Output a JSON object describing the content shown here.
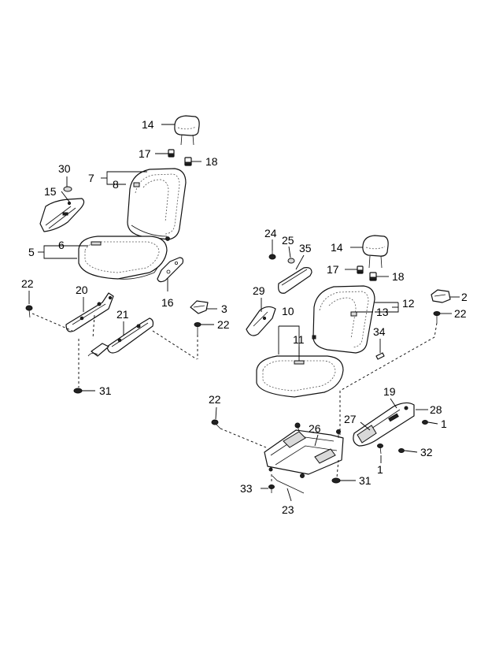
{
  "callouts": [
    {
      "id": "c14a",
      "text": "14"
    },
    {
      "id": "c17a",
      "text": "17"
    },
    {
      "id": "c18a",
      "text": "18"
    },
    {
      "id": "c30",
      "text": "30"
    },
    {
      "id": "c7",
      "text": "7"
    },
    {
      "id": "c8",
      "text": "8"
    },
    {
      "id": "c15",
      "text": "15"
    },
    {
      "id": "c6",
      "text": "6"
    },
    {
      "id": "c5",
      "text": "5"
    },
    {
      "id": "c16",
      "text": "16"
    },
    {
      "id": "c22a",
      "text": "22"
    },
    {
      "id": "c20",
      "text": "20"
    },
    {
      "id": "c21",
      "text": "21"
    },
    {
      "id": "c3",
      "text": "3"
    },
    {
      "id": "c22b",
      "text": "22"
    },
    {
      "id": "c31a",
      "text": "31"
    },
    {
      "id": "c24",
      "text": "24"
    },
    {
      "id": "c25",
      "text": "25"
    },
    {
      "id": "c35",
      "text": "35"
    },
    {
      "id": "c14b",
      "text": "14"
    },
    {
      "id": "c17b",
      "text": "17"
    },
    {
      "id": "c18b",
      "text": "18"
    },
    {
      "id": "c2",
      "text": "2"
    },
    {
      "id": "c22c",
      "text": "22"
    },
    {
      "id": "c29",
      "text": "29"
    },
    {
      "id": "c10",
      "text": "10"
    },
    {
      "id": "c12",
      "text": "12"
    },
    {
      "id": "c13",
      "text": "13"
    },
    {
      "id": "c11",
      "text": "11"
    },
    {
      "id": "c34",
      "text": "34"
    },
    {
      "id": "c22d",
      "text": "22"
    },
    {
      "id": "c19",
      "text": "19"
    },
    {
      "id": "c28",
      "text": "28"
    },
    {
      "id": "c27",
      "text": "27"
    },
    {
      "id": "c1a",
      "text": "1"
    },
    {
      "id": "c26",
      "text": "26"
    },
    {
      "id": "c32",
      "text": "32"
    },
    {
      "id": "c1b",
      "text": "1"
    },
    {
      "id": "c31b",
      "text": "31"
    },
    {
      "id": "c33",
      "text": "33"
    },
    {
      "id": "c23",
      "text": "23"
    }
  ]
}
